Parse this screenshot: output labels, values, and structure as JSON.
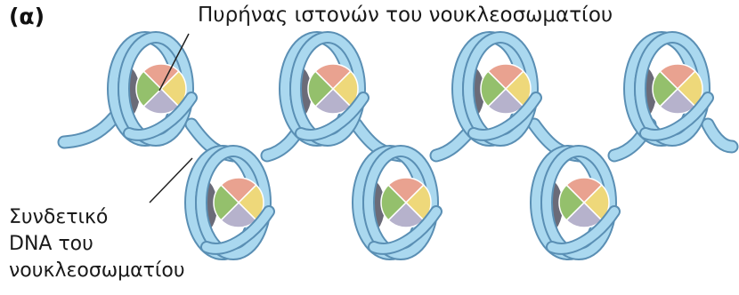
{
  "diagram": {
    "panel_label": "(α)",
    "labels": {
      "histone_core": "Πυρήνας ιστονών του νουκλεοσωματίου",
      "linker_dna": [
        "Συνδετικό",
        "DNA του",
        "νουκλεοσωματίου"
      ]
    },
    "histone_colors": {
      "top": "#e9a290",
      "right": "#eed87a",
      "bottom": "#b6b2cc",
      "left": "#94c06c",
      "back": "#6b6b78"
    },
    "dna_colors": {
      "fill": "#aad8ef",
      "edge": "#5a8fb4"
    }
  }
}
